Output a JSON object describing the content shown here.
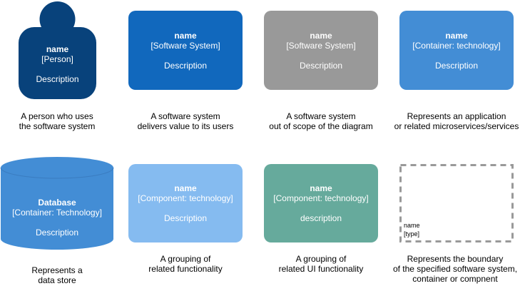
{
  "colors": {
    "person": "#08427b",
    "software_system": "#1168bd",
    "external_system": "#999999",
    "container": "#438dd5",
    "component": "#85bbf0",
    "ui_component": "#66aa9c",
    "boundary": "#999999"
  },
  "person": {
    "name": "name",
    "type": "[Person]",
    "description": "Description"
  },
  "software_system": {
    "name": "name",
    "type": "[Software System]",
    "description": "Description"
  },
  "external_system": {
    "name": "name",
    "type": "[Software System]",
    "description": "Description"
  },
  "container": {
    "name": "name",
    "type": "[Container: technology]",
    "description": "Description"
  },
  "database": {
    "name": "Database",
    "type": "[Container: Technology]",
    "description": "Description"
  },
  "component": {
    "name": "name",
    "type": "[Component: technology]",
    "description": "Description"
  },
  "ui_component": {
    "name": "name",
    "type": "[Component: technology]",
    "description": "description"
  },
  "boundary": {
    "name": "name",
    "type": "[type]"
  },
  "captions": {
    "person": [
      "A person who uses",
      "the software system"
    ],
    "software_system": [
      "A software system",
      "delivers value to its users"
    ],
    "external_system": [
      "A software system",
      "out of scope of the diagram"
    ],
    "container": [
      "Represents an application",
      "or related microservices/services"
    ],
    "database": [
      "Represents a",
      "data store"
    ],
    "component": [
      "A grouping of",
      "related functionality"
    ],
    "ui_component": [
      "A grouping of",
      "related UI functionality"
    ],
    "boundary": [
      "Represents the boundary",
      "of the specified software system,",
      "container or compnent"
    ]
  }
}
